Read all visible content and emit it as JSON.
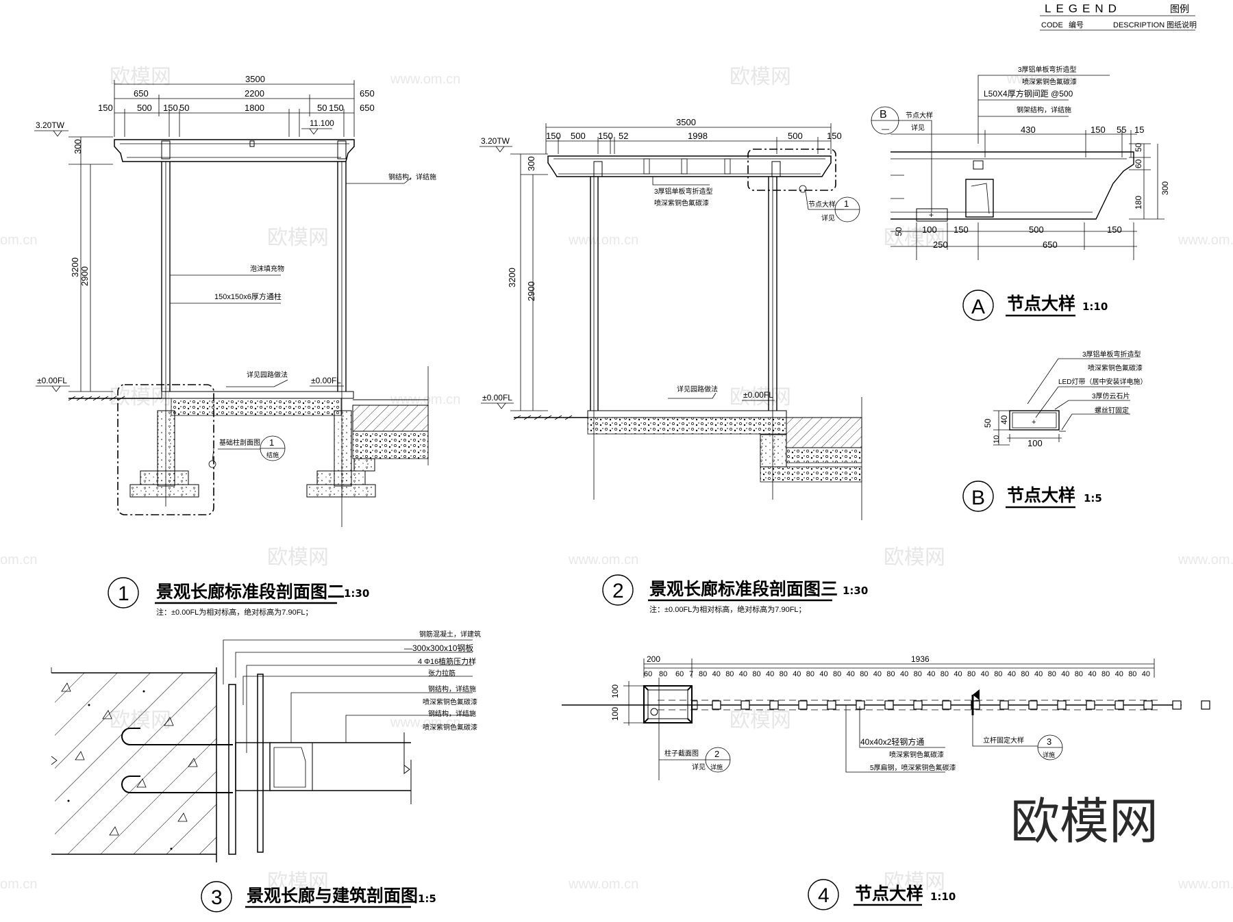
{
  "legend": {
    "title": "LEGEND",
    "title_cn": "图例",
    "code": "CODE",
    "code_cn": "编号",
    "description": "DESCRIPTION",
    "description_cn": "图纸说明"
  },
  "watermarks": {
    "cn": "欧模网",
    "url": "www.om.cn",
    "url_partial": "om.cn",
    "big": "欧模网"
  },
  "s1": {
    "num": "1",
    "title": "景观长廊标准段剖面图二",
    "scale": "1:30",
    "note": "注：±0.00FL为相对标高，绝对标高为7.90FL；",
    "dims_top": [
      "3500",
      "650",
      "2200",
      "650",
      "150",
      "500",
      "150",
      "50",
      "1800",
      "50",
      "150",
      "650"
    ],
    "elev_top": "3.20TW",
    "elev_right": "11.100",
    "elev_ground": "±0.00FL",
    "elev_ground2": "±0.00FL",
    "dims_left": [
      "300",
      "3200",
      "2900"
    ],
    "labels": [
      "钢结构，详结施",
      "泡沫填充物",
      "150x150x6厚方通柱",
      "详见园路做法",
      "基础柱剖面图"
    ],
    "callout": {
      "num": "1",
      "sheet": "结施"
    }
  },
  "s2": {
    "num": "2",
    "title": "景观长廊标准段剖面图三",
    "scale": "1:30",
    "note": "注：±0.00FL为相对标高，绝对标高为7.90FL；",
    "dims_top": [
      "3500",
      "150",
      "500",
      "150",
      "52",
      "1998",
      "500",
      "150"
    ],
    "elev_top": "3.20TW",
    "elev_ground": "±0.00FL",
    "elev_ground2": "±0.00FL",
    "dims_left": [
      "300",
      "3200",
      "2900"
    ],
    "labels": [
      "3厚铝单板弯折造型",
      "喷深紫铜色氟碳漆",
      "详见园路做法",
      "节点大样",
      "详见"
    ],
    "callout": {
      "num": "1",
      "sheet": ""
    }
  },
  "sA": {
    "letter": "A",
    "title": "节点大样",
    "scale": "1:10",
    "labels": [
      "3厚铝单板弯折造型",
      "喷深紫铜色氟碳漆",
      "L50X4厚方钢间距 @500",
      "钢架结构，详结施",
      "节点大样",
      "详见"
    ],
    "callout": {
      "letter": "B",
      "sheet": "—"
    },
    "dims": [
      "430",
      "150",
      "55",
      "15",
      "50",
      "60",
      "300",
      "180",
      "50",
      "100",
      "150",
      "500",
      "150",
      "250",
      "650"
    ]
  },
  "sB": {
    "letter": "B",
    "title": "节点大样",
    "scale": "1:5",
    "labels": [
      "3厚铝单板弯折造型",
      "喷深紫铜色氟碳漆",
      "LED灯带（居中安装详电施）",
      "3厚仿云石片",
      "螺丝钉固定"
    ],
    "dims": [
      "50",
      "40",
      "10",
      "100"
    ]
  },
  "s3": {
    "num": "3",
    "title": "景观长廊与建筑剖面图",
    "scale": "1:5",
    "labels": [
      "钢筋混凝土，详建筑",
      "—300x300x10钢板",
      "4 Φ16植筋压力样",
      "张力拉筋",
      "钢结构，详结施",
      "喷深紫铜色氟碳漆",
      "钢结构，详结施",
      "喷深紫铜色氟碳漆"
    ]
  },
  "s4": {
    "num": "4",
    "title": "节点大样",
    "scale": "1:10",
    "dims_top": [
      "200",
      "1936",
      "60",
      "80",
      "60",
      "7",
      "80",
      "40",
      "100",
      "100"
    ],
    "labels": [
      "40x40x2轻钢方通",
      "喷深紫铜色氟碳漆",
      "5厚扁钢，喷深紫铜色氟碳漆",
      "立杆固定大样",
      "柱子截面图",
      "详见"
    ],
    "callout1": {
      "num": "2",
      "sheet": "详施"
    },
    "callout2": {
      "num": "3",
      "sheet": "详施"
    }
  }
}
